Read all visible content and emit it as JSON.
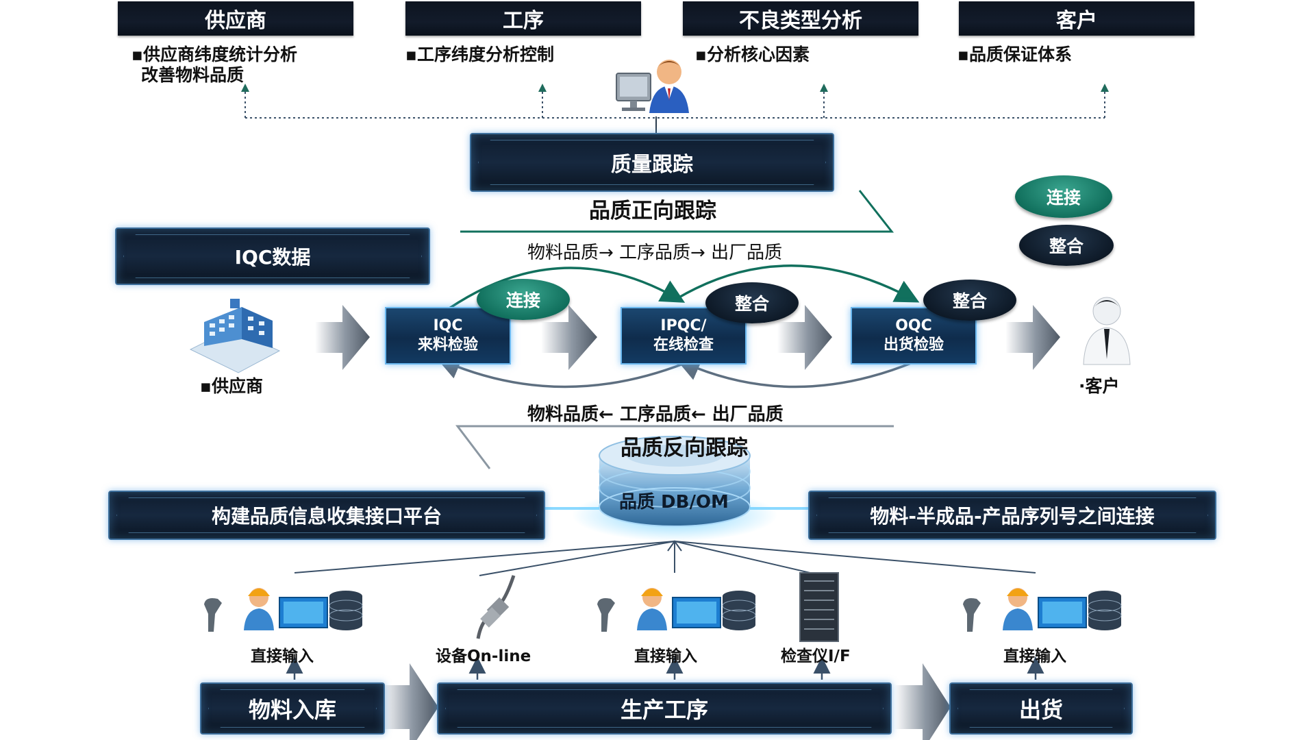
{
  "top_headers": [
    "供应商",
    "工序",
    "不良类型分析",
    "客户"
  ],
  "top_bullets": {
    "supplier": [
      "▪供应商纬度统计分析",
      "改善物料品质"
    ],
    "process": "▪工序纬度分析控制",
    "defect": "▪分析核心因素",
    "customer": "▪品质保证体系"
  },
  "quality_tracking": "质量跟踪",
  "forward_title": "品质正向跟踪",
  "forward_flow": "物料品质→ 工序品质→ 出厂品质",
  "legend": {
    "connect": "连接",
    "integrate": "整合"
  },
  "iqc_data": "IQC数据",
  "stages": [
    {
      "line1": "IQC",
      "line2": "来料检验"
    },
    {
      "line1": "IPQC/",
      "line2": "在线检查"
    },
    {
      "line1": "OQC",
      "line2": "出货检验"
    }
  ],
  "stage_badges": [
    "连接",
    "整合",
    "整合"
  ],
  "supplier_label": "▪供应商",
  "customer_label": "·客户",
  "backward_flow": "物料品质←  工序品质← 出厂品质",
  "backward_title": "品质反向跟踪",
  "db_label": "品质 DB/OM",
  "left_panel": "构建品质信息收集接口平台",
  "right_panel": "物料-半成品-产品序列号之间连接",
  "inputs": [
    "直接输入",
    "设备On-line",
    "直接输入",
    "检查仪I/F",
    "直接输入"
  ],
  "bottom_flow": [
    "物料入库",
    "生产工序",
    "出货"
  ],
  "colors": {
    "teal": "#11705d",
    "dark_navy": "#0e1a28",
    "stage_blue": "#123a62",
    "glow": "#6ab7ee"
  }
}
